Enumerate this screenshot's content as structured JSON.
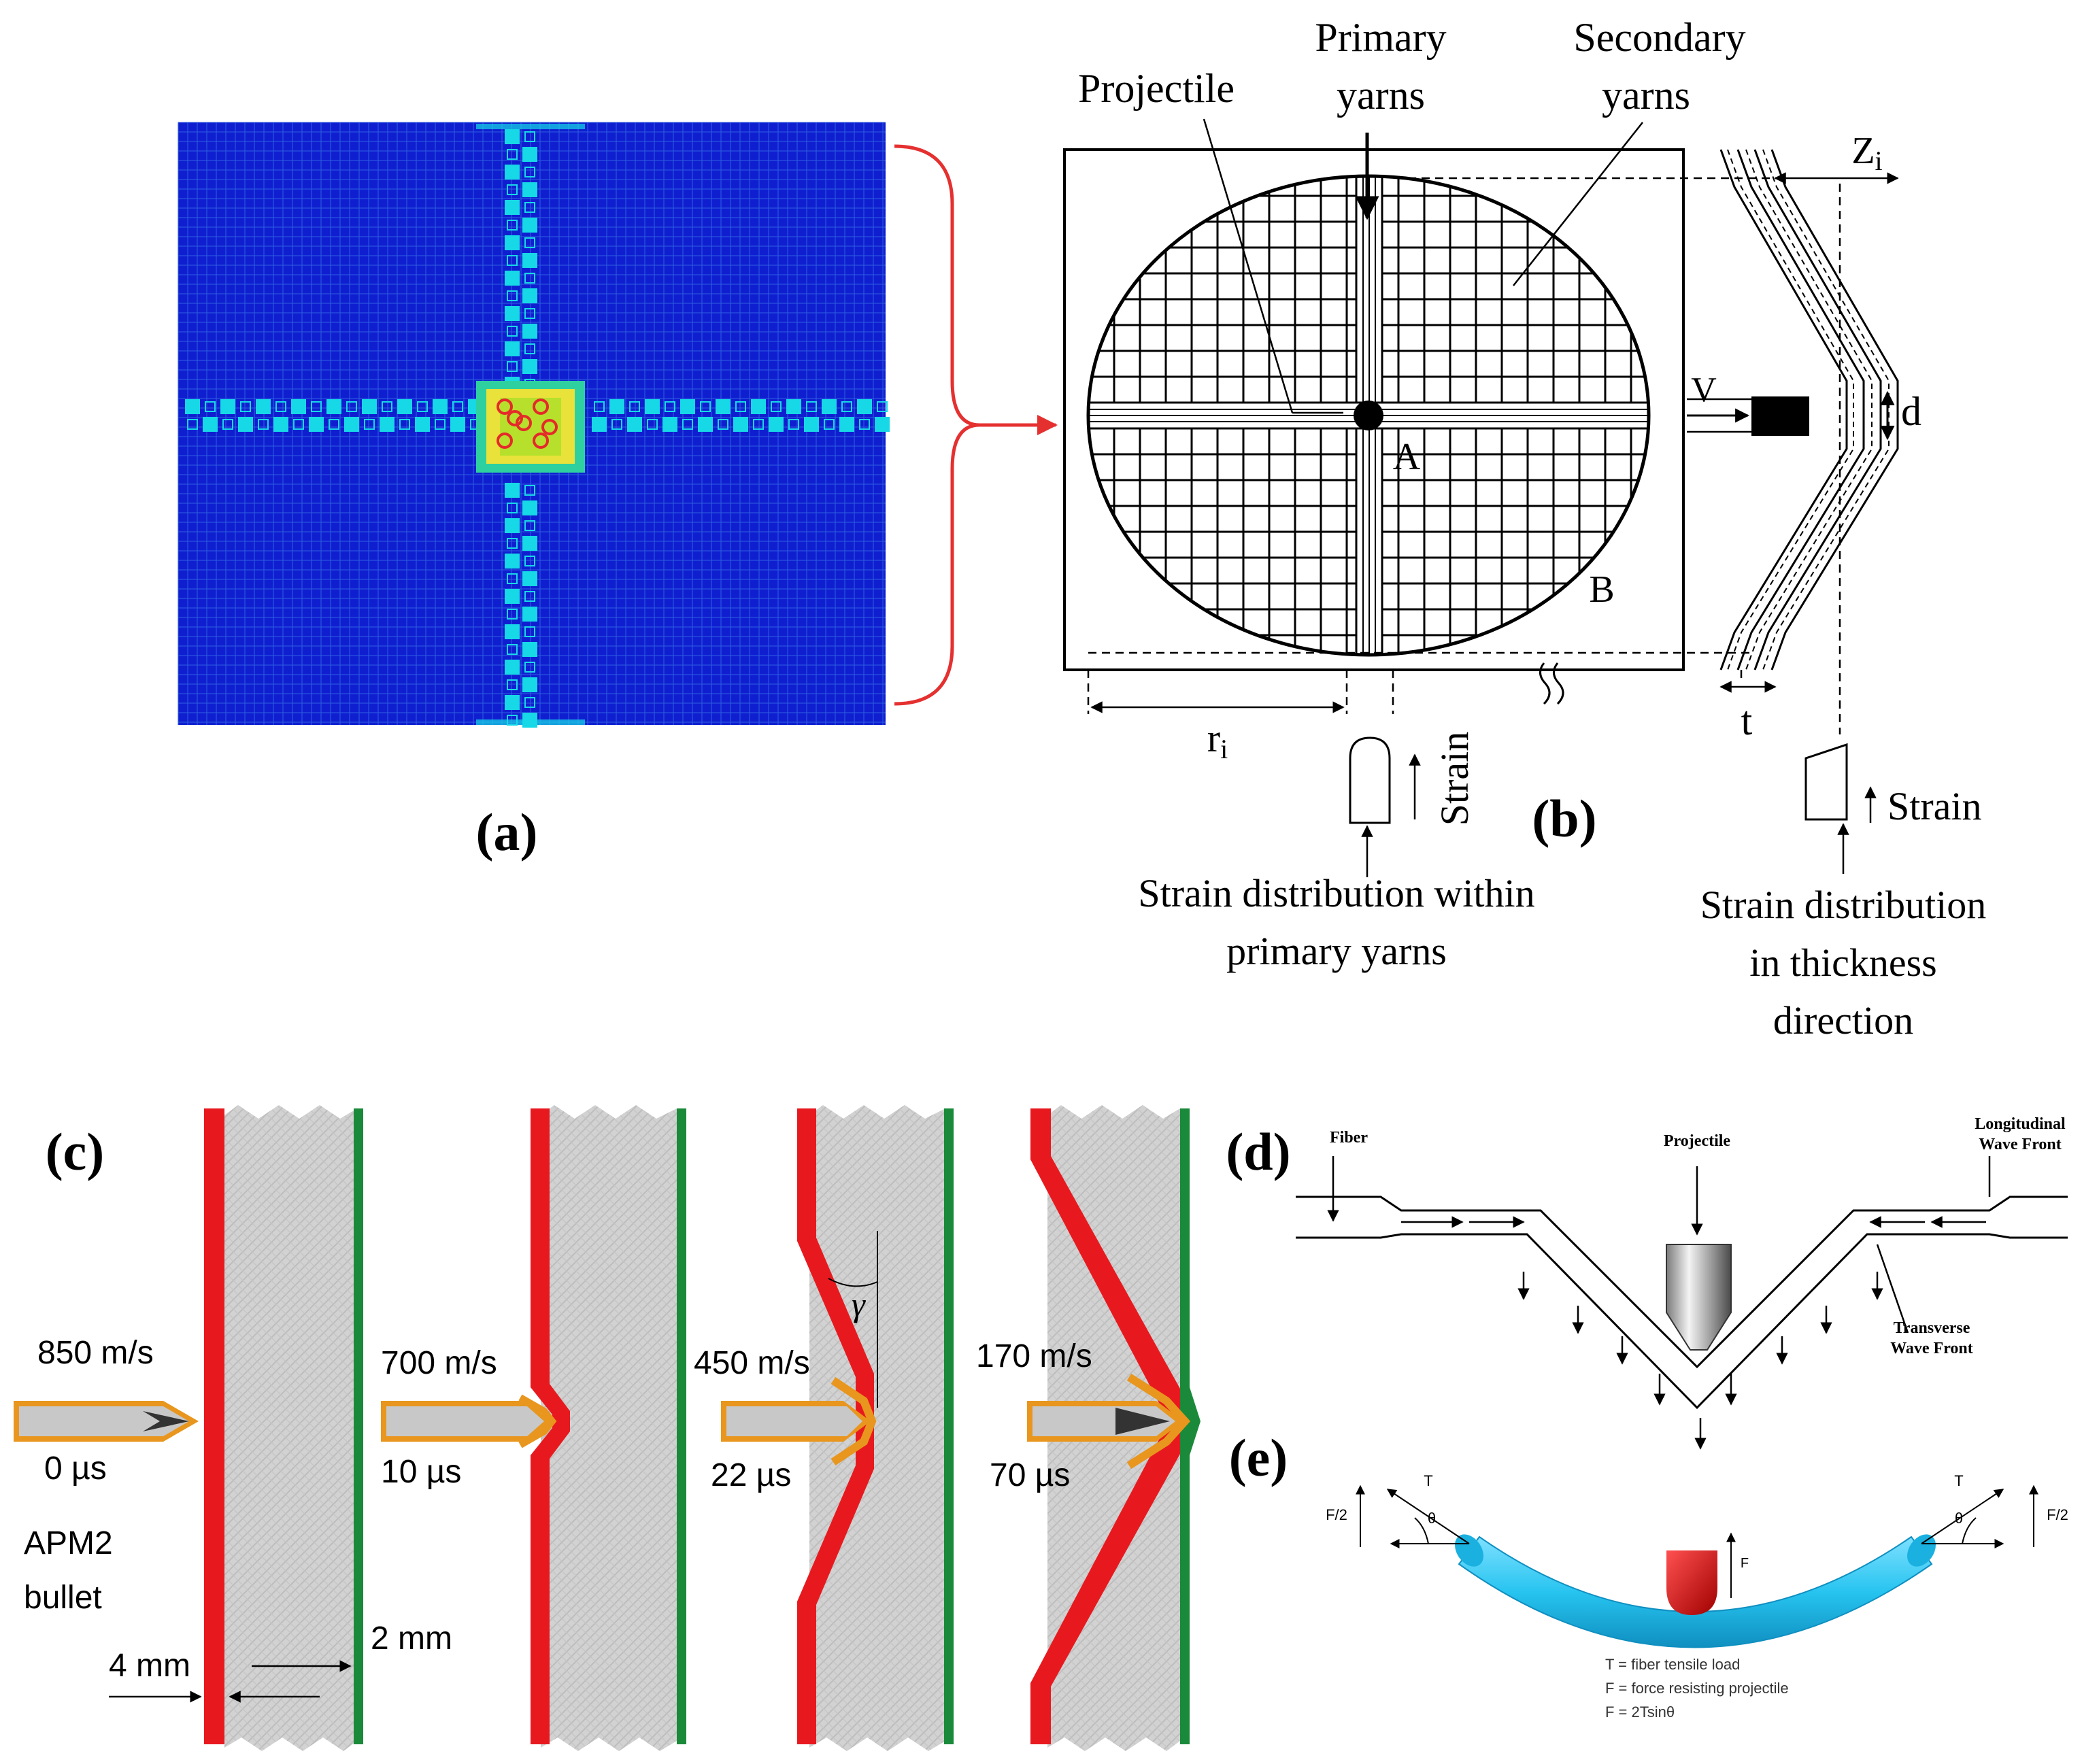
{
  "panel_a": {
    "label": "(a)",
    "colors": {
      "background": "#0f1fd0",
      "cells": "#2f5de0",
      "stripe": "#17d8e6",
      "hot_outer": "#f2e22a",
      "hot_inner": "#e52a2a",
      "bracket": "#e53030"
    }
  },
  "panel_b": {
    "label": "(b)",
    "projectile": "Projectile",
    "primary_yarns": "Primary\nyarns",
    "secondary_yarns": "Secondary\nyarns",
    "point_a": "A",
    "point_b": "B",
    "zi": "Z",
    "zi_sub": "i",
    "v": "V",
    "d": "d",
    "t": "t",
    "ri": "r",
    "ri_sub": "i",
    "strain": "Strain",
    "strain_thickness": "Strain",
    "caption_primary": "Strain distribution within\nprimary yarns",
    "caption_thickness": "Strain distribution\nin thickness\ndirection"
  },
  "panel_c": {
    "label": "(c)",
    "stages": [
      {
        "speed": "850 m/s",
        "time": "0 µs"
      },
      {
        "speed": "700 m/s",
        "time": "10 µs"
      },
      {
        "speed": "450 m/s",
        "time": "22 µs"
      },
      {
        "speed": "170 m/s",
        "time": "70 µs"
      }
    ],
    "bullet_line1": "APM2",
    "bullet_line2": "bullet",
    "thickness_front": "4 mm",
    "thickness_back": "2 mm",
    "angle_symbol": "γ",
    "colors": {
      "front_layer": "#e8191e",
      "back_layer": "#1a8a3a",
      "core": "#d4d4d4",
      "bullet": "#c8c8c8",
      "jacket": "#e8961e"
    }
  },
  "panel_d": {
    "label": "(d)",
    "fiber": "Fiber",
    "projectile": "Projectile",
    "longitudinal": "Longitudinal\nWave Front",
    "transverse": "Transverse\nWave Front"
  },
  "panel_e": {
    "label": "(e)",
    "t": "T",
    "theta": "θ",
    "f_half": "F/2",
    "f": "F",
    "legend": [
      "T = fiber tensile load",
      "F = force resisting projectile",
      "F = 2Tsinθ"
    ],
    "colors": {
      "fiber": "#27c4f0",
      "fiber_dark": "#0f8fc0",
      "projectile": "#d01818"
    }
  }
}
